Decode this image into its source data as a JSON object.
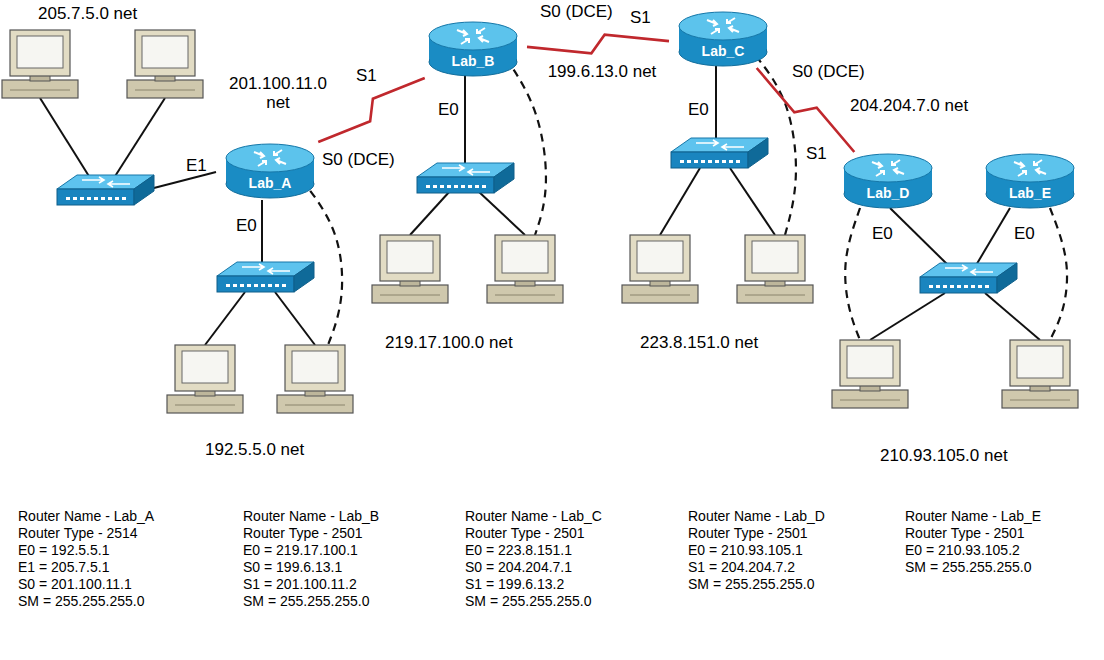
{
  "diagram": {
    "nodes": [
      {
        "text": [
          "Lab_A"
        ]
      },
      {
        "text": [
          "Lab_B"
        ]
      },
      {
        "text": [
          "Lab_C"
        ]
      },
      {
        "text": [
          "Lab_D"
        ]
      },
      {
        "text": [
          "Lab_E"
        ]
      }
    ],
    "edges": [
      {
        "from": 0,
        "to": 1,
        "arrow": "none"
      },
      {
        "from": 1,
        "to": 2,
        "arrow": "none"
      },
      {
        "from": 2,
        "to": 3,
        "arrow": "none"
      }
    ],
    "labels": [
      "205.7.5.0 net",
      "201.100.11.0 net",
      "S1",
      "S0 (DCE)",
      "E1",
      "E0",
      "S0 (DCE)",
      "S1",
      "199.6.13.0 net",
      "E0",
      "E0",
      "S0 (DCE)",
      "204.204.7.0 net",
      "S1",
      "E0",
      "E0",
      "219.17.100.0 net",
      "223.8.151.0 net",
      "192.5.5.0 net",
      "210.93.105.0 net",
      "Router Name - Lab_A",
      "Router Type - 2514",
      "E0 = 192.5.5.1",
      "E1 = 205.7.5.1",
      "S0 = 201.100.11.1",
      "SM = 255.255.255.0",
      "Router Name - Lab_B",
      "Router Type - 2501",
      "E0 = 219.17.100.1",
      "S0 = 199.6.13.1",
      "S1 = 201.100.11.2",
      "SM = 255.255.255.0",
      "Router Name - Lab_C",
      "Router Type - 2501",
      "E0 = 223.8.151.1",
      "S0 = 204.204.7.1",
      "S1 = 199.6.13.2",
      "SM = 255.255.255.0",
      "Router Name - Lab_D",
      "Router Type - 2501",
      "E0 = 210.93.105.1",
      "S1 = 204.204.7.2",
      "SM = 255.255.255.0",
      "Router Name - Lab_E",
      "Router Type - 2501",
      "E0 = 210.93.105.2",
      "SM = 255.255.255.0"
    ]
  }
}
